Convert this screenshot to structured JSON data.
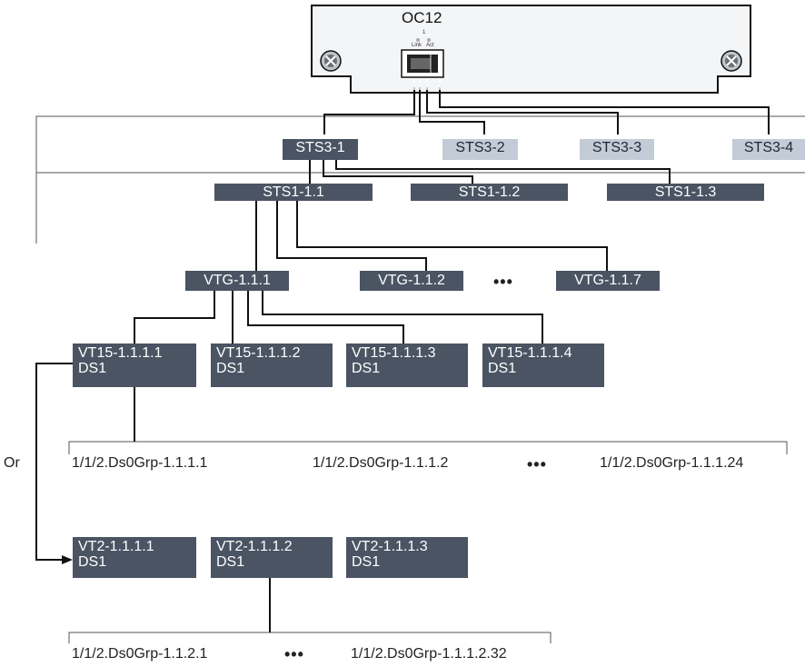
{
  "card": {
    "title": "OC12",
    "port_number": "1",
    "led_link": "Link",
    "led_act": "Act"
  },
  "sts3": [
    "STS3-1",
    "STS3-2",
    "STS3-3",
    "STS3-4"
  ],
  "sts1": [
    "STS1-1.1",
    "STS1-1.2",
    "STS1-1.3"
  ],
  "vtg": [
    "VTG-1.1.1",
    "VTG-1.1.2",
    "VTG-1.1.7"
  ],
  "vtg_ellipsis": "•••",
  "vt15": [
    {
      "id": "VT15-1.1.1.1",
      "type": "DS1"
    },
    {
      "id": "VT15-1.1.1.2",
      "type": "DS1"
    },
    {
      "id": "VT15-1.1.1.3",
      "type": "DS1"
    },
    {
      "id": "VT15-1.1.1.4",
      "type": "DS1"
    }
  ],
  "ds0_vt15": [
    "1/1/2.Ds0Grp-1.1.1.1",
    "1/1/2.Ds0Grp-1.1.1.2",
    "1/1/2.Ds0Grp-1.1.1.24"
  ],
  "ds0_vt15_ellipsis": "•••",
  "or_label": "Or",
  "vt2": [
    {
      "id": "VT2-1.1.1.1",
      "type": "DS1"
    },
    {
      "id": "VT2-1.1.1.2",
      "type": "DS1"
    },
    {
      "id": "VT2-1.1.1.3",
      "type": "DS1"
    }
  ],
  "ds0_vt2": [
    "1/1/2.Ds0Grp-1.1.2.1",
    "1/1/2.Ds0Grp-1.1.1.2.32"
  ],
  "ds0_vt2_ellipsis": "•••",
  "colors": {
    "box_dark": "#4a5463",
    "box_light": "#c3ccd6",
    "card_fill": "#f4f5f7",
    "line": "#111111"
  }
}
